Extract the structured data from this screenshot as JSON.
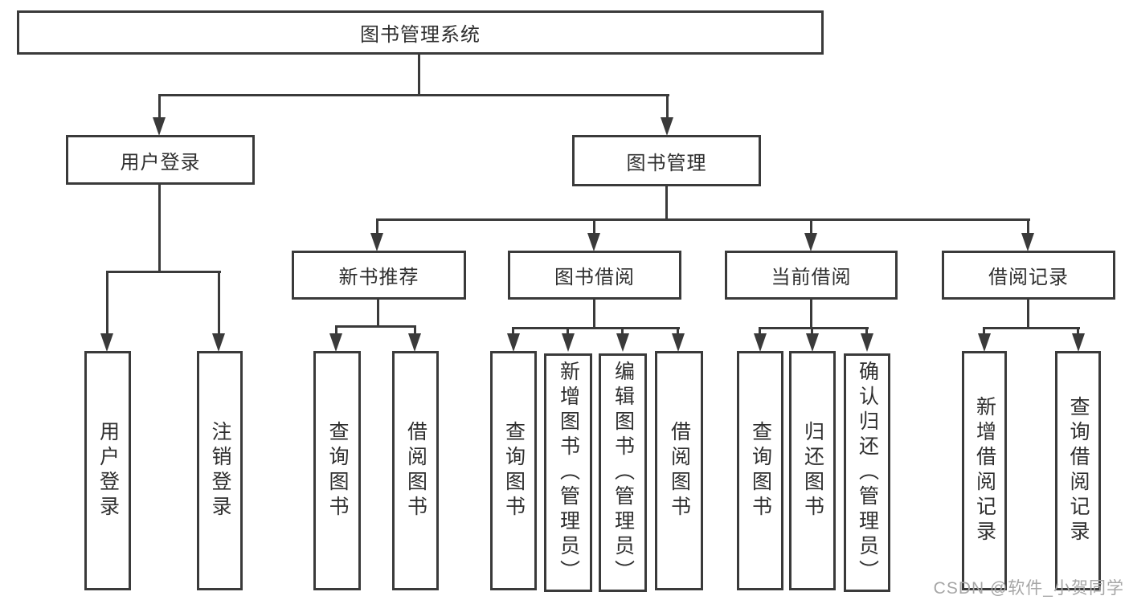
{
  "tree": {
    "label": "图书管理系统",
    "children": [
      {
        "label": "用户登录",
        "children": [
          {
            "label": "用户登录"
          },
          {
            "label": "注销登录"
          }
        ]
      },
      {
        "label": "图书管理",
        "children": [
          {
            "label": "新书推荐",
            "children": [
              {
                "label": "查询图书"
              },
              {
                "label": "借阅图书"
              }
            ]
          },
          {
            "label": "图书借阅",
            "children": [
              {
                "label": "查询图书"
              },
              {
                "label": "新增图书（管理员）"
              },
              {
                "label": "编辑图书（管理员）"
              },
              {
                "label": "借阅图书"
              }
            ]
          },
          {
            "label": "当前借阅",
            "children": [
              {
                "label": "查询图书"
              },
              {
                "label": "归还图书"
              },
              {
                "label": "确认归还（管理员）"
              }
            ]
          },
          {
            "label": "借阅记录",
            "children": [
              {
                "label": "新增借阅记录"
              },
              {
                "label": "查询借阅记录"
              }
            ]
          }
        ]
      }
    ]
  },
  "watermark": {
    "text": "CSDN @软件_小贺同学"
  },
  "colors": {
    "line": "#3a3a3a",
    "text": "#2f2f2f",
    "watermark": "#a6a6a6",
    "background": "#ffffff"
  }
}
